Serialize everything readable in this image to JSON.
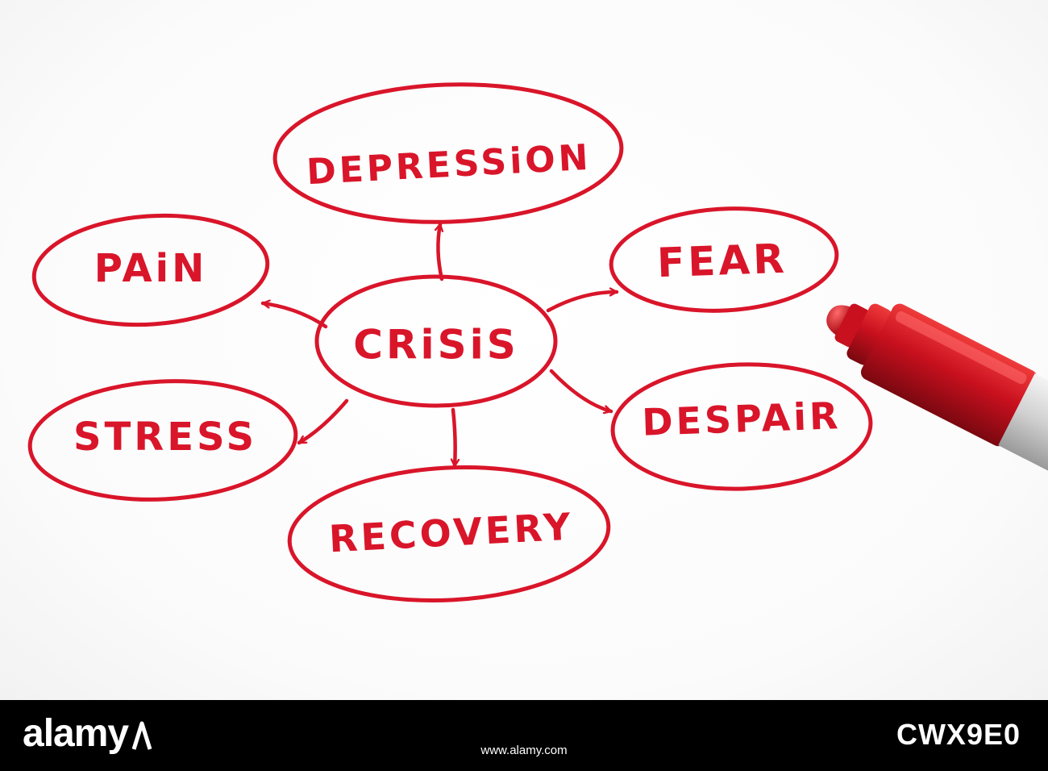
{
  "diagram": {
    "ink_color": "#d9152a",
    "center": {
      "id": "crisis",
      "label": "CRiSiS"
    },
    "nodes": [
      {
        "id": "depression",
        "label": "DEPRESSiON"
      },
      {
        "id": "pain",
        "label": "PAiN"
      },
      {
        "id": "fear",
        "label": "FEAR"
      },
      {
        "id": "stress",
        "label": "STRESS"
      },
      {
        "id": "despair",
        "label": "DESPAiR"
      },
      {
        "id": "recovery",
        "label": "RECOVERY"
      }
    ],
    "edges": [
      {
        "from": "crisis",
        "to": "depression"
      },
      {
        "from": "crisis",
        "to": "pain"
      },
      {
        "from": "crisis",
        "to": "fear"
      },
      {
        "from": "crisis",
        "to": "stress"
      },
      {
        "from": "crisis",
        "to": "despair"
      },
      {
        "from": "crisis",
        "to": "recovery"
      }
    ]
  },
  "marker": {
    "body_color": "#c8101e",
    "barrel_color": "#dcdcdc"
  },
  "stock_bar": {
    "logo": "alamy",
    "image_id": "CWX9E0",
    "url": "www.alamy.com"
  }
}
